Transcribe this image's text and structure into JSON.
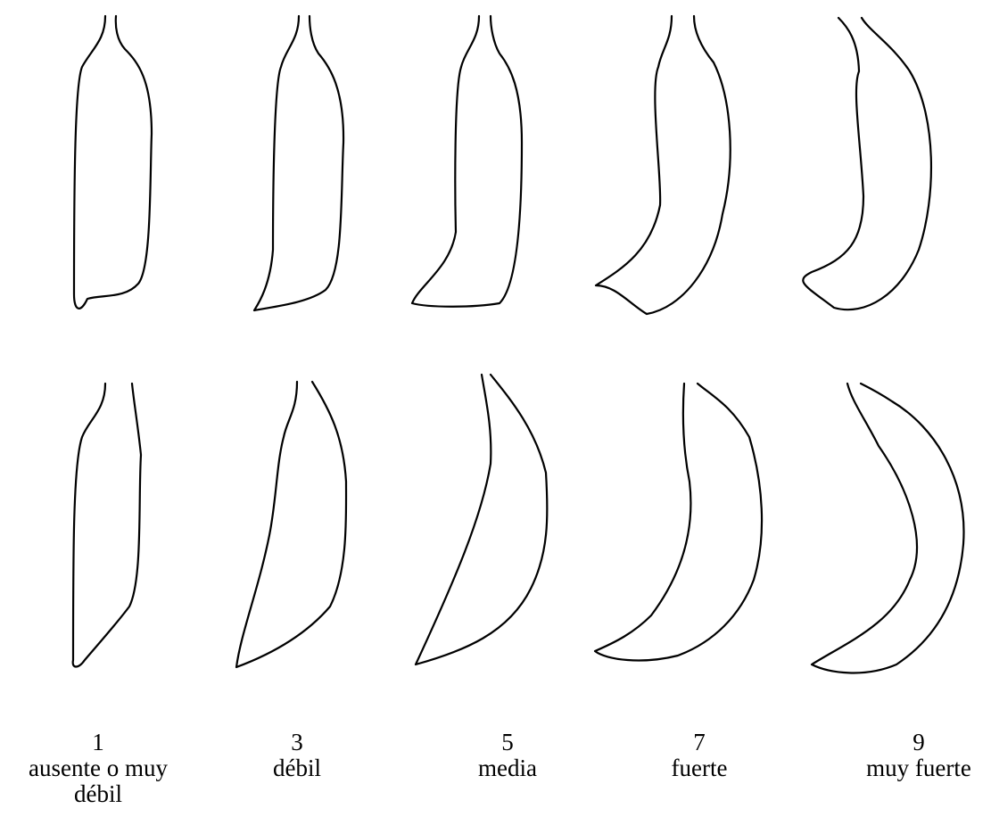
{
  "scale": [
    {
      "value": "1",
      "description": "ausente o muy débil"
    },
    {
      "value": "3",
      "description": "débil"
    },
    {
      "value": "5",
      "description": "media"
    },
    {
      "value": "7",
      "description": "fuerte"
    },
    {
      "value": "9",
      "description": "muy fuerte"
    }
  ],
  "line_color": "#000000",
  "background": "#ffffff"
}
